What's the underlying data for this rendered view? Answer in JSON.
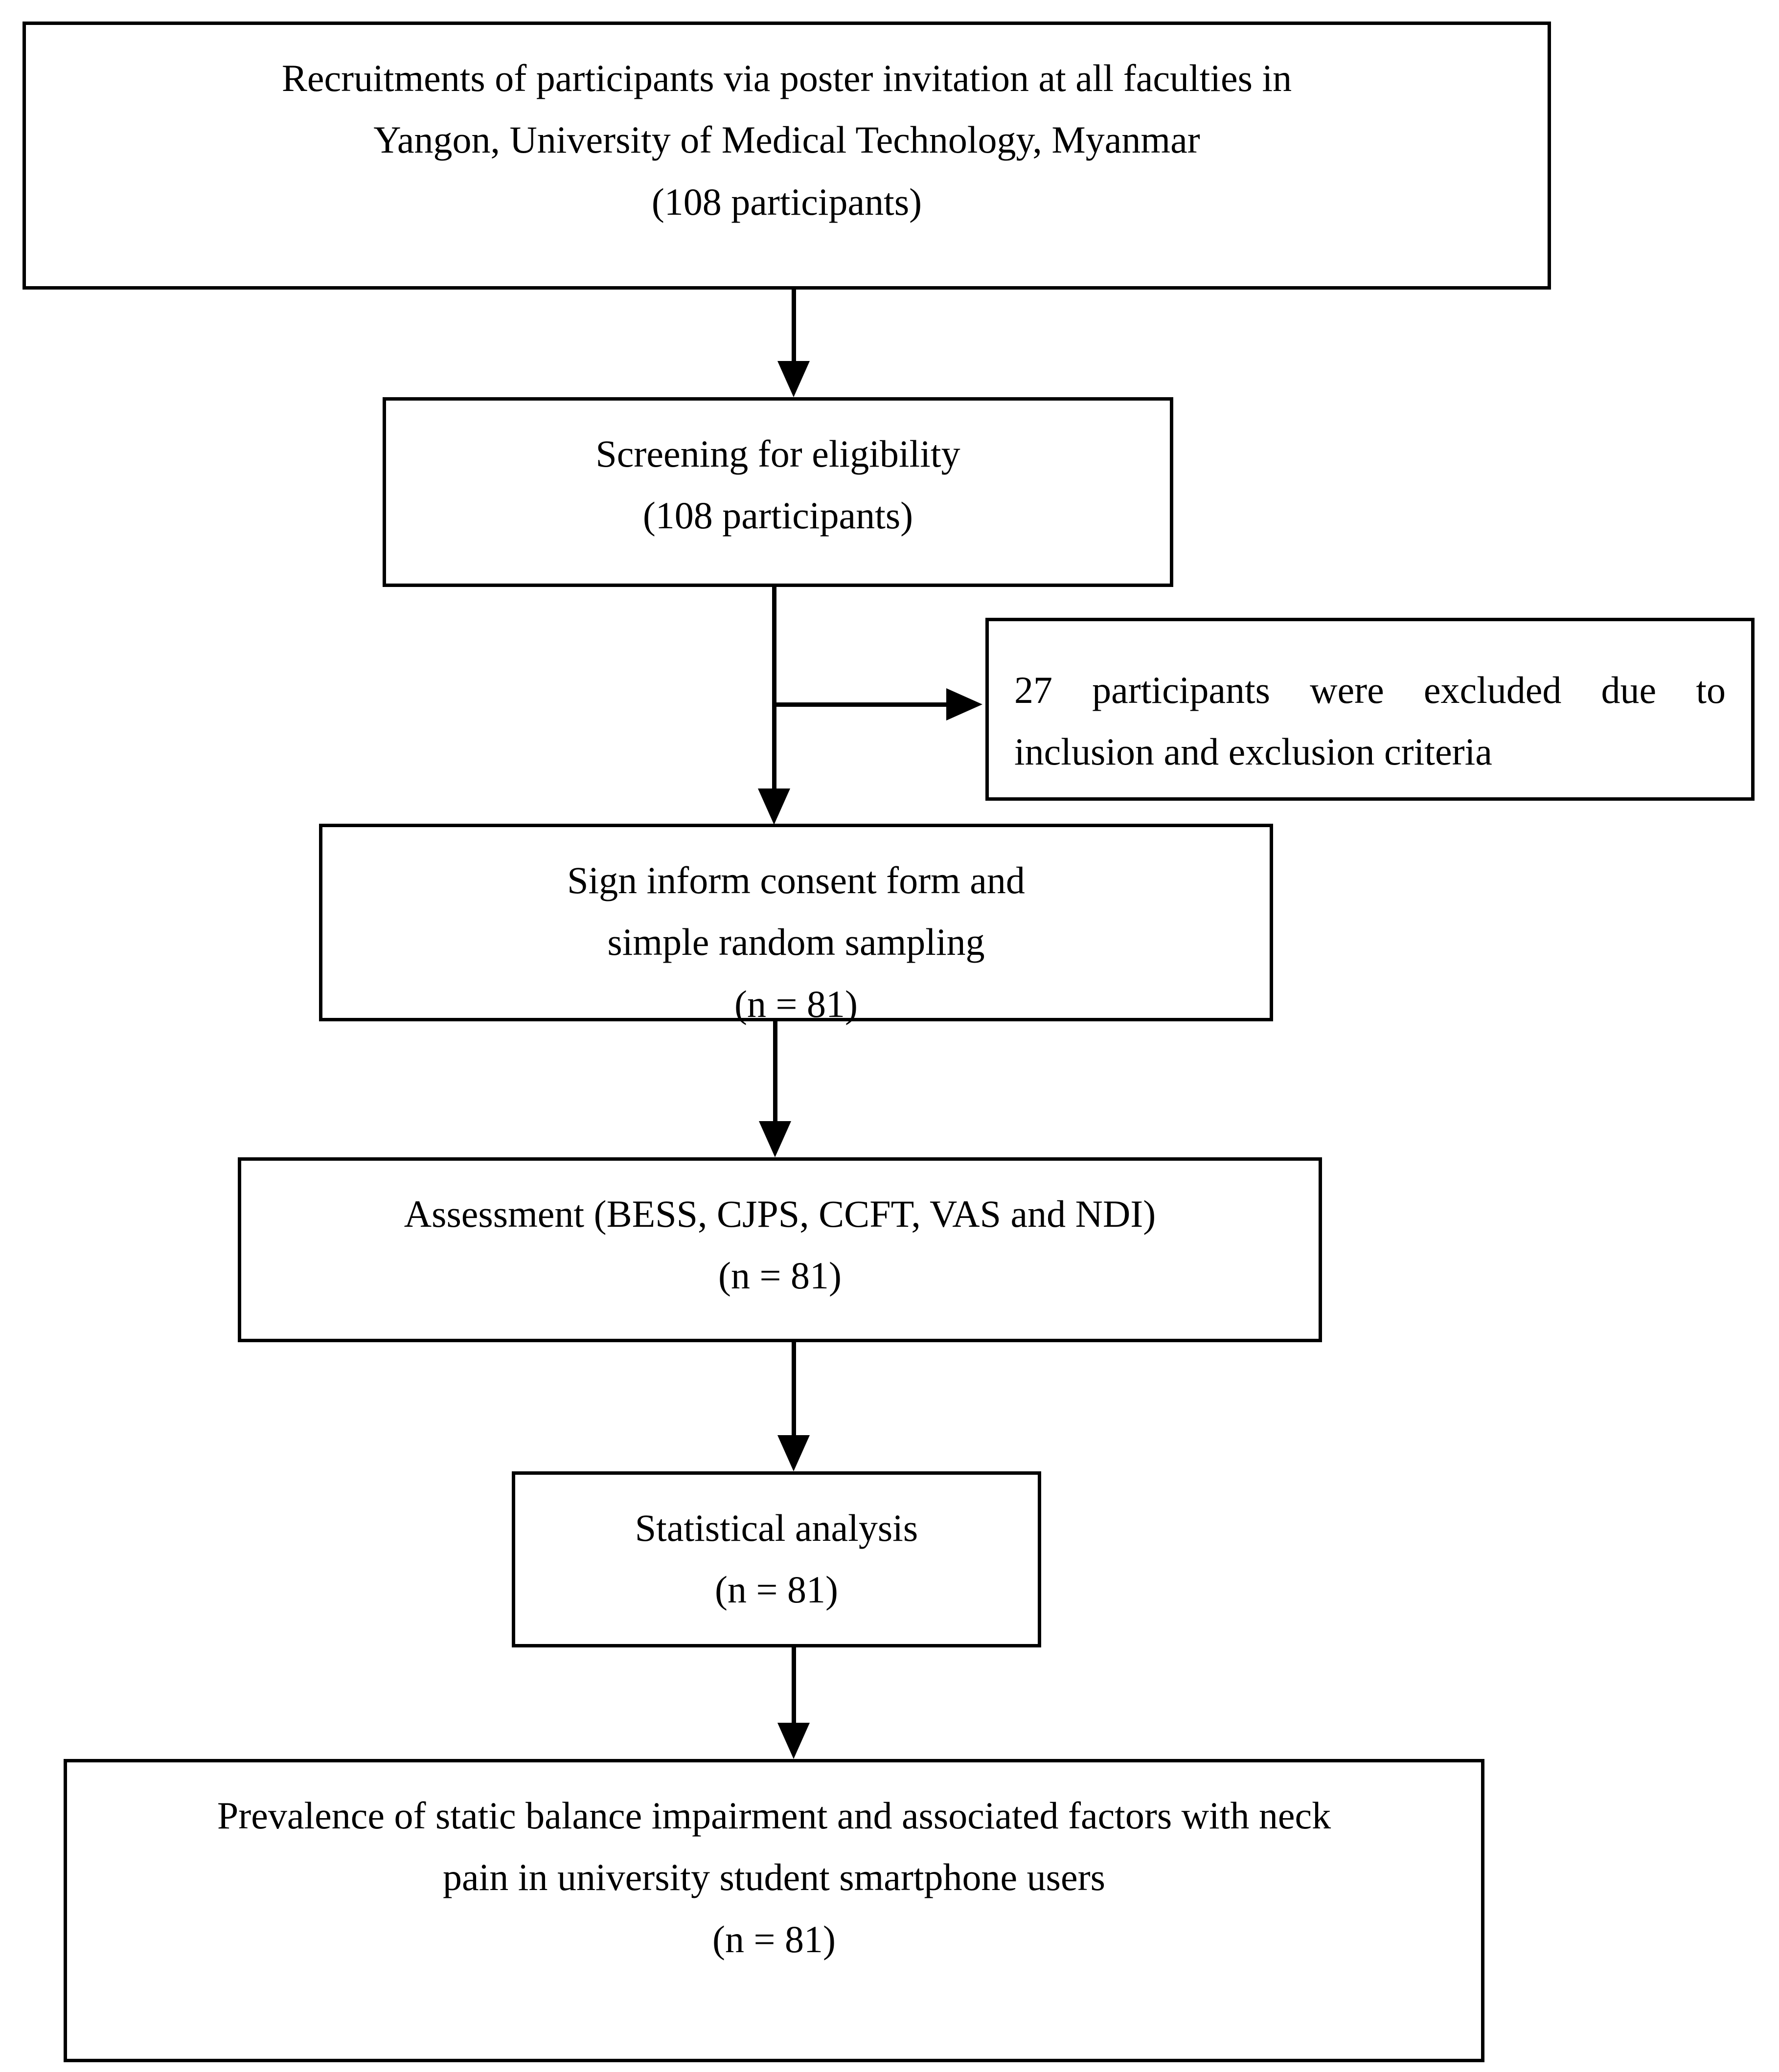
{
  "diagram": {
    "title": "Participant flow diagram",
    "stroke_color": "#000000",
    "background_color": "#ffffff",
    "nodes": [
      {
        "id": "recruitment",
        "lines": [
          "Recruitments of participants via poster invitation at all faculties in",
          "Yangon, University of Medical Technology, Myanmar",
          "(108 participants)"
        ]
      },
      {
        "id": "screening",
        "lines": [
          "Screening for eligibility",
          "(108 participants)"
        ]
      },
      {
        "id": "excluded",
        "lines": [
          "27 participants were excluded due to",
          "inclusion and exclusion criteria"
        ]
      },
      {
        "id": "consent",
        "lines": [
          "Sign inform consent form and",
          "simple random sampling",
          "(n = 81)"
        ]
      },
      {
        "id": "assessment",
        "lines": [
          "Assessment (BESS, CJPS, CCFT, VAS and NDI)",
          "(n = 81)"
        ]
      },
      {
        "id": "analysis",
        "lines": [
          "Statistical analysis",
          "(n = 81)"
        ]
      },
      {
        "id": "outcome",
        "lines": [
          "Prevalence of static balance impairment and associated factors with neck",
          "pain in university student smartphone users",
          "(n = 81)"
        ]
      }
    ]
  }
}
